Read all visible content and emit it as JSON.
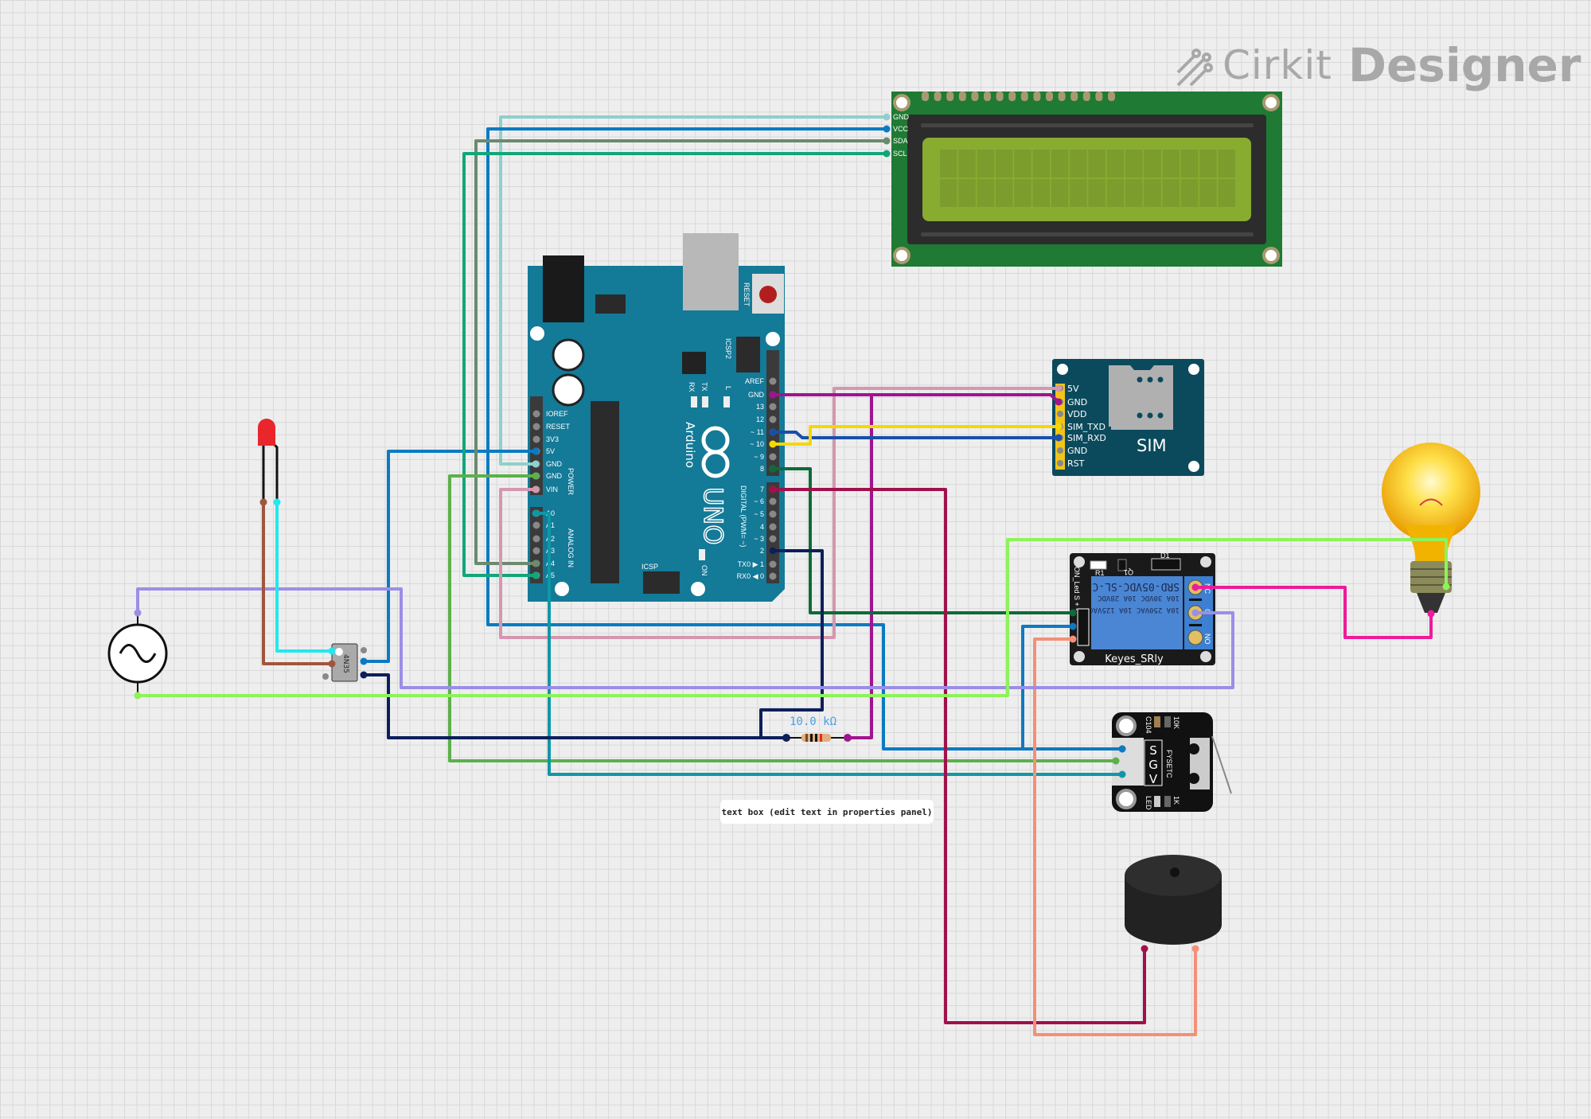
{
  "logo": {
    "part1": "Cirkit",
    "part2": "Designer"
  },
  "lcd": {
    "pins": [
      "GND",
      "VCC",
      "SDA",
      "SCL"
    ]
  },
  "arduino": {
    "brand": "Arduino",
    "model": "UNO",
    "reset_label": "RESET",
    "icsp2_label": "ICSP2",
    "icsp_label": "ICSP",
    "tx_label": "TX",
    "rx_label": "RX",
    "l_label": "L",
    "on_label": "ON",
    "power_label": "POWER",
    "analog_label": "ANALOG IN",
    "digital_label": "DIGITAL (PWM= ~)",
    "power_pins": [
      "IOREF",
      "RESET",
      "3V3",
      "5V",
      "GND",
      "GND",
      "VIN"
    ],
    "analog_pins": [
      "A0",
      "A1",
      "A2",
      "A3",
      "A4",
      "A5"
    ],
    "digital_pins_top": [
      "AREF",
      "GND",
      "13",
      "12",
      "~ 11",
      "~ 10",
      "~ 9",
      "8"
    ],
    "digital_pins_bottom": [
      "7",
      "~ 6",
      "~ 5",
      "4",
      "~ 3",
      "2",
      "TX0 ▶ 1",
      "RX0 ◀ 0"
    ]
  },
  "sim": {
    "title": "SIM",
    "pins": [
      "5V",
      "GND",
      "VDD",
      "SIM_TXD",
      "SIM_RXD",
      "GND",
      "RST"
    ]
  },
  "relay": {
    "name": "Keyes_SRly",
    "model": "SRD-05VDC-SL-C",
    "rating1": "10A 30VDC 10A 28VDC",
    "rating2": "10A 250VAC 10A 125VAC",
    "terminals": [
      "NC",
      "C",
      "NO"
    ],
    "pins_label": "ON_Led S + -",
    "r1": "R1",
    "q1": "Q1",
    "d1": "D1"
  },
  "switch": {
    "pins": [
      "S",
      "G",
      "V"
    ],
    "brand": "FYSETC",
    "c104": "C104",
    "r10k": "10K",
    "led": "LED",
    "r1k": "1K"
  },
  "optocoupler": {
    "label": "4N35"
  },
  "resistor": {
    "label": "10.0 kΩ"
  },
  "textbox": {
    "text": "text box (edit text in properties panel)"
  }
}
